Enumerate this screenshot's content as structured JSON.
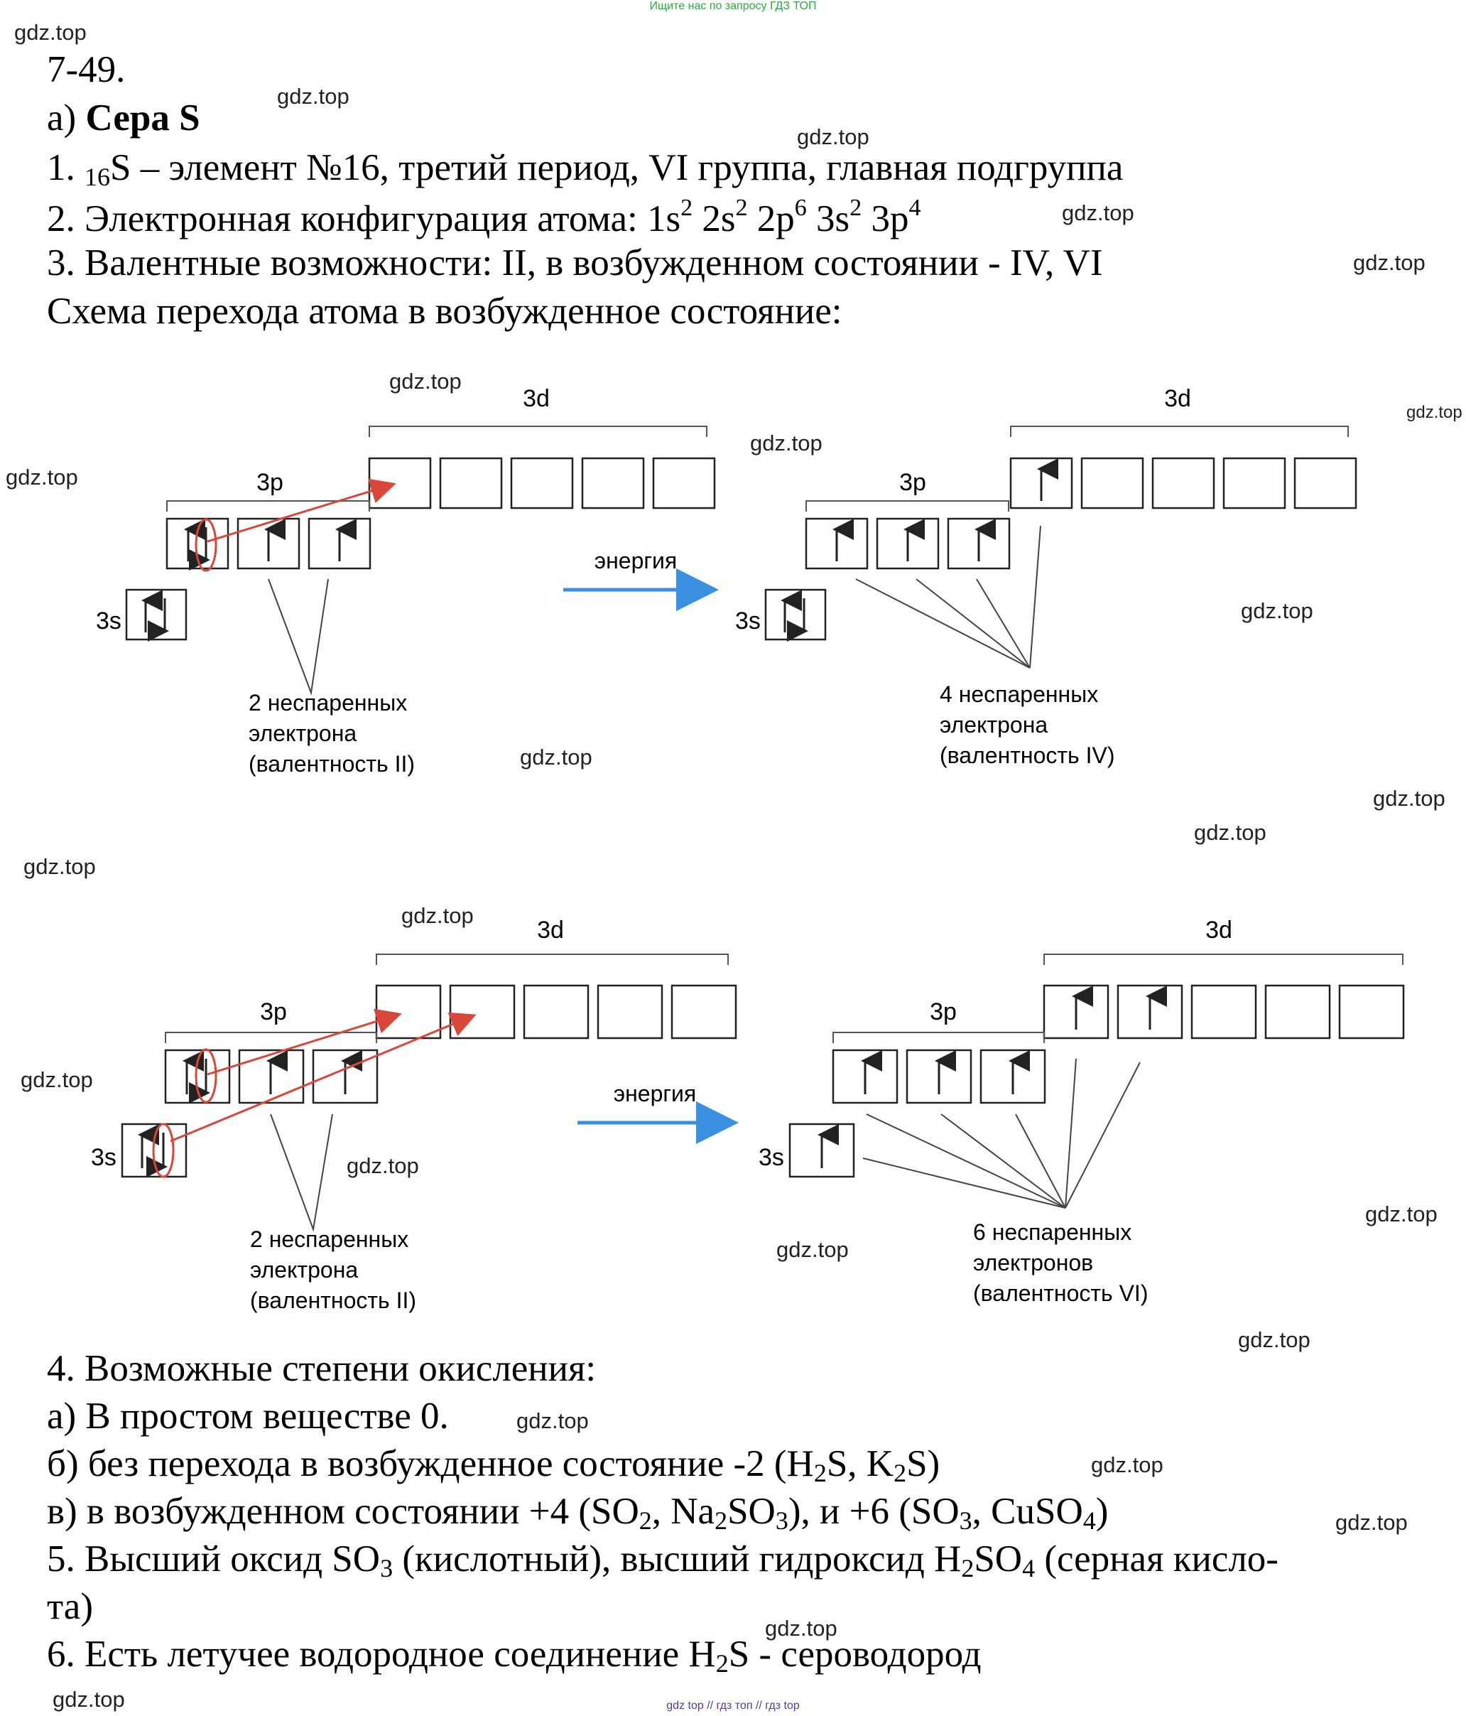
{
  "header_note": "Ищите нас по запросу ГДЗ ТОП",
  "footer_note": "gdz top // гдз топ // гдз top",
  "watermark": "gdz.top",
  "text": {
    "task_number": "7-49.",
    "item_a_prefix": "а) ",
    "item_a_title": "Сера S",
    "l1_prefix": "1. ",
    "l1_sub": "16",
    "l1_rest": "S – элемент №16, третий период, VI группа, главная подгруппа",
    "l2_prefix": "2. Электронная конфигурация атома: 1s",
    "l2_s1": "2",
    "l2_b": " 2s",
    "l2_s2": "2",
    "l2_c": " 2p",
    "l2_s3": "6",
    "l2_d": " 3s",
    "l2_s4": "2",
    "l2_e": " 3p",
    "l2_s5": "4",
    "l3": "3. Валентные возможности: II, в возбужденном состоянии - IV, VI",
    "l4": "Схема перехода атома в возбужденное состояние:",
    "p4": "4. Возможные степени окисления:",
    "pa": "а) В простом веществе 0.",
    "pb_a": "б) без перехода в возбужденное состояние -2 (H",
    "pb_sub1": "2",
    "pb_b": "S, K",
    "pb_sub2": "2",
    "pb_c": "S)",
    "pv_a": "в) в возбужденном состоянии +4 (SO",
    "pv_sub1": "2",
    "pv_b": ", Na",
    "pv_sub2": "2",
    "pv_c": "SO",
    "pv_sub3": "3",
    "pv_d": "), и +6 (SO",
    "pv_sub4": "3",
    "pv_e": ", CuSO",
    "pv_sub5": "4",
    "pv_f": ")",
    "p5_a": "5. Высший оксид SO",
    "p5_sub1": "3",
    "p5_b": " (кислотный), высший гидроксид H",
    "p5_sub2": "2",
    "p5_c": "SO",
    "p5_sub3": "4",
    "p5_d": " (серная кисло-",
    "p5_line2": "та)",
    "p6_a": "6. Есть летучее водородное соединение H",
    "p6_sub": "2",
    "p6_b": "S - сероводород"
  },
  "diagram1": {
    "label_3d_left": "3d",
    "label_3p_left": "3p",
    "label_3s_left": "3s",
    "arrow_label": "энергия",
    "label_3d_right": "3d",
    "label_3p_right": "3p",
    "label_3s_right": "3s",
    "caption_left": [
      "2 неспаренных",
      "электрона",
      "(валентность II)"
    ],
    "caption_right": [
      "4 неспаренных",
      "электрона",
      "(валентность IV)"
    ]
  },
  "diagram2": {
    "label_3d_left": "3d",
    "label_3p_left": "3p",
    "label_3s_left": "3s",
    "arrow_label": "энергия",
    "label_3d_right": "3d",
    "label_3p_right": "3p",
    "label_3s_right": "3s",
    "caption_left": [
      "2 неспаренных",
      "электрона",
      "(валентность II)"
    ],
    "caption_right": [
      "6 неспаренных",
      "электронов",
      "(валентность VI)"
    ]
  },
  "colors": {
    "energy_arrow": "#3a8fe0",
    "excitation_arrow": "#d9463a",
    "box_stroke": "#222222"
  }
}
